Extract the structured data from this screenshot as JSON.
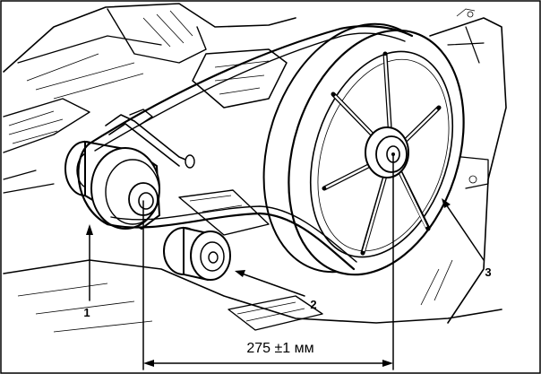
{
  "callouts": {
    "label_1": "1",
    "label_2": "2",
    "label_3": "3"
  },
  "dimension": {
    "text": "275  ±1 мм"
  }
}
